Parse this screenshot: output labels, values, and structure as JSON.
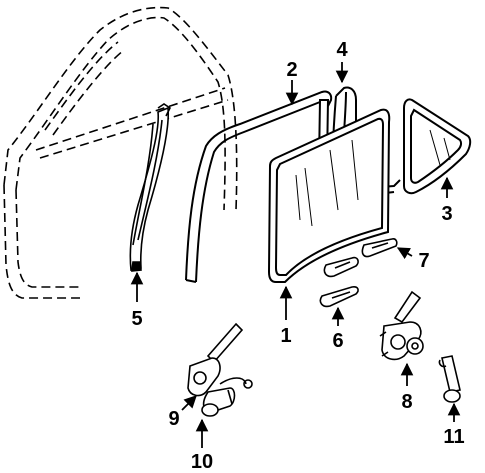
{
  "callouts": [
    "1",
    "2",
    "3",
    "4",
    "5",
    "6",
    "7",
    "8",
    "9",
    "10",
    "11"
  ],
  "colors": {
    "ink": "#000000",
    "paper": "#ffffff"
  }
}
